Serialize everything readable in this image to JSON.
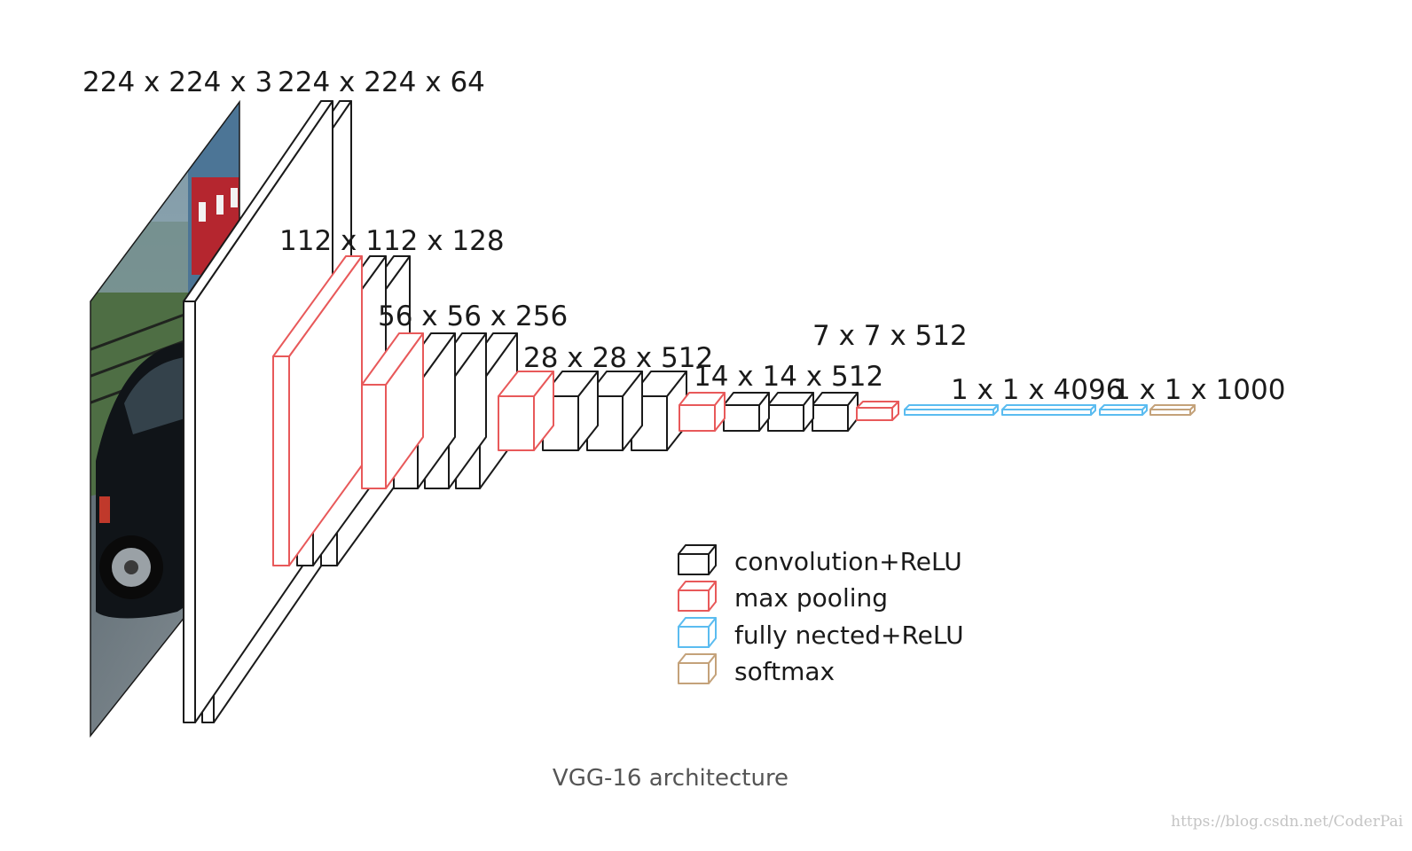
{
  "diagram": {
    "caption": "VGG-16 architecture",
    "watermark": "https://blog.csdn.net/CoderPai",
    "colors": {
      "conv": "#1a1a1a",
      "pool": "#e8595a",
      "fc": "#5bbcf0",
      "softmax": "#c4a27a"
    },
    "dimension_labels": {
      "input": "224 x 224 x 3",
      "block1": "224 x 224 x 64",
      "block2": "112 x 112 x 128",
      "block3": "56 x 56 x 256",
      "block4": "28 x 28 x 512",
      "block5": "14 x 14 x 512",
      "pool5": "7 x 7 x 512",
      "fc": "1 x 1 x 4096",
      "output": "1 x 1 x 1000"
    },
    "legend": [
      {
        "key": "conv",
        "label": "convolution+ReLU"
      },
      {
        "key": "pool",
        "label": "max pooling"
      },
      {
        "key": "fc",
        "label": "fully nected+ReLU"
      },
      {
        "key": "softmax",
        "label": "softmax"
      }
    ]
  }
}
